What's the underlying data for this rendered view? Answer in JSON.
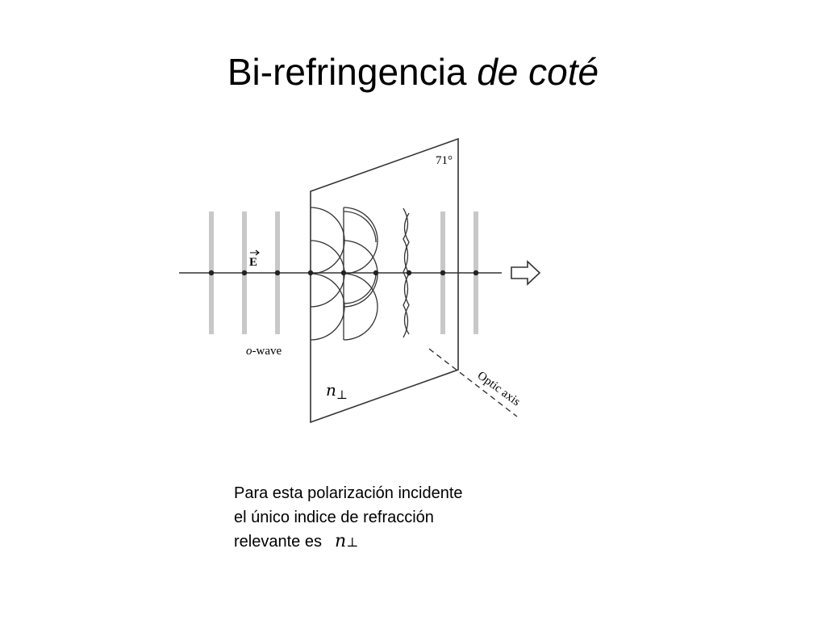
{
  "slide": {
    "title_main": "Bi-refringencia ",
    "title_italic": "de coté"
  },
  "diagram": {
    "angle_label": "71°",
    "e_label": "E",
    "wave_label_italic": "o",
    "wave_label_rest": "-wave",
    "index_symbol": "n",
    "index_subscript": "⊥",
    "axis_label": "Optic axis"
  },
  "caption": {
    "line1": "Para esta polarización incidente",
    "line2": "el único indice de refracción",
    "line3": "relevante es",
    "symbol": "n",
    "subscript": "⊥"
  },
  "colors": {
    "wavefront_gray": "#c8c8c8",
    "line": "#333333",
    "text": "#000000"
  }
}
